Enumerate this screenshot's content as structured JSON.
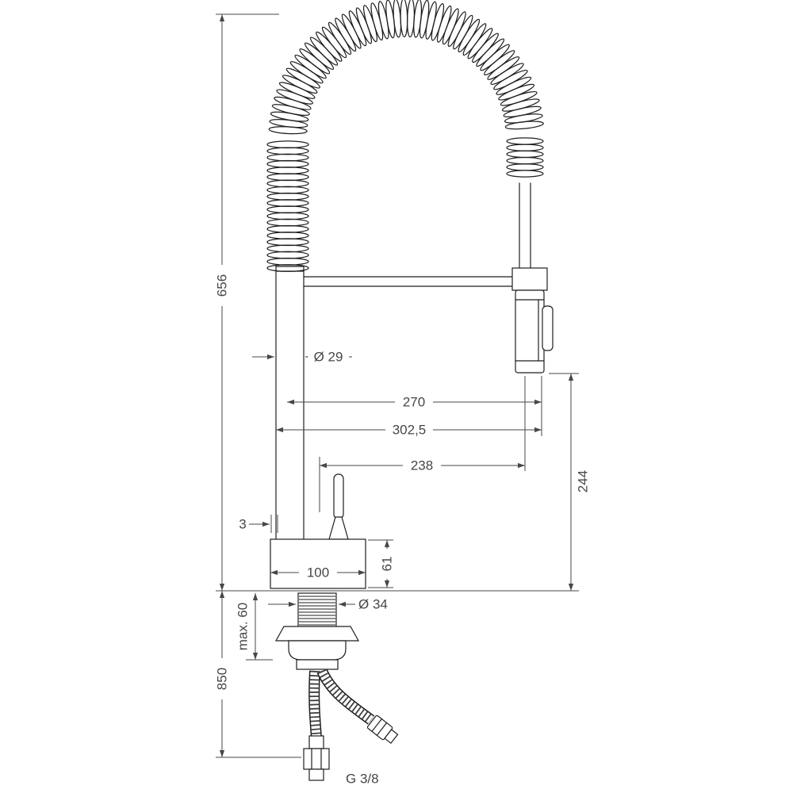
{
  "meta": {
    "background": "#ffffff",
    "line_color": "#1f1f1f",
    "dimension_color": "#474747"
  },
  "dimensions": {
    "total_height": "656",
    "pipe_diameter": "Ø 29",
    "spout_reach": "270",
    "overall_reach": "302,5",
    "spray_offset": "238",
    "spray_height": "244",
    "edge_offset": "3",
    "base_width": "100",
    "base_height": "61",
    "shank_diameter": "Ø 34",
    "max_mounting_thickness": "max. 60",
    "hose_length": "850",
    "connection_thread": "G 3/8"
  }
}
